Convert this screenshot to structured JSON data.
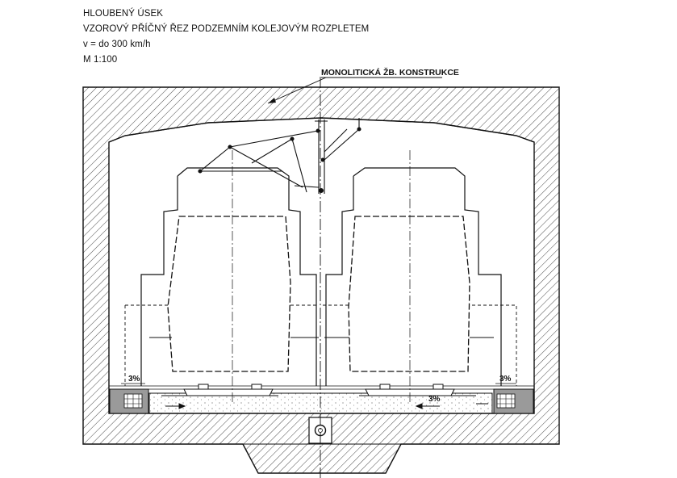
{
  "title": {
    "line1": "HLOUBENÝ ÚSEK",
    "line2": "VZOROVÝ PŘÍČNÝ ŘEZ PODZEMNÍM KOLEJOVÝM ROZPLETEM",
    "line3": "v = do 300 km/h",
    "line4": "M 1:100"
  },
  "annotations": {
    "structure": "MONOLITICKÁ ŽB. KONSTRUKCE",
    "slope_left": "3%",
    "slope_right": "3%",
    "slope_center": "3%"
  },
  "colors": {
    "line": "#111111",
    "hatch": "#333333",
    "drain": "#9a9a9a",
    "concrete": "#ececec"
  }
}
